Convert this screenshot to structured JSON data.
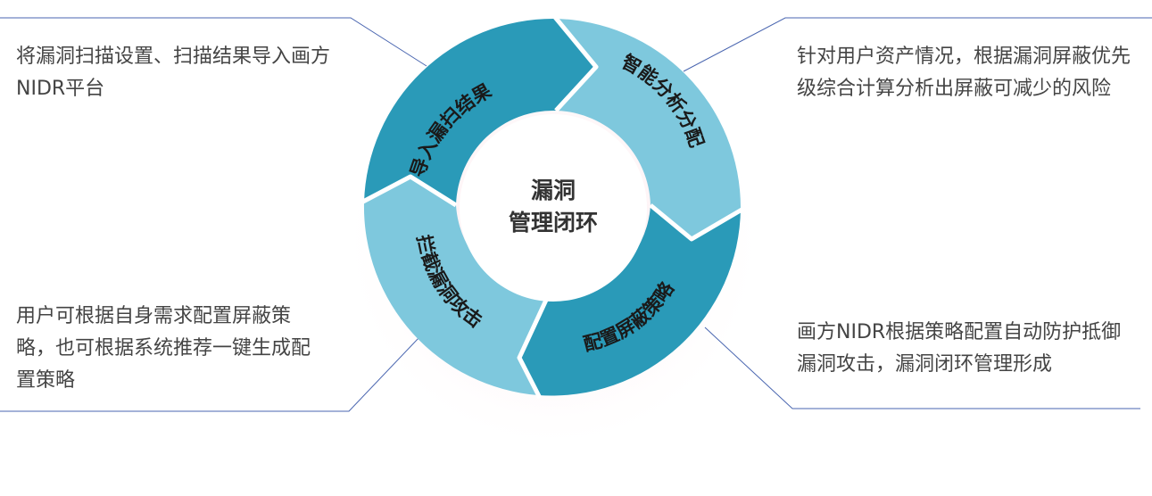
{
  "center": {
    "line1": "漏洞",
    "line2": "管理闭环"
  },
  "segments": [
    {
      "id": "import",
      "label": "导入漏扫结果",
      "color": "#2a9ab8"
    },
    {
      "id": "analyze",
      "label": "智能分析分配",
      "color": "#7ec8dd"
    },
    {
      "id": "config",
      "label": "配置屏蔽策略",
      "color": "#2a9ab8"
    },
    {
      "id": "intercept",
      "label": "拦截漏洞攻击",
      "color": "#7ec8dd"
    }
  ],
  "descriptions": {
    "top_left": "将漏洞扫描设置、扫描结果导入画方NIDR平台",
    "top_right": "针对用户资产情况，根据漏洞屏蔽优先级综合计算分析出屏蔽可减少的风险",
    "bottom_left": "用户可根据自身需求配置屏蔽策略，也可根据系统推荐一键生成配置策略",
    "bottom_right": "画方NIDR根据策略配置自动防护抵御漏洞攻击，漏洞闭环管理形成"
  },
  "colors": {
    "dark_segment": "#2a9ab8",
    "light_segment": "#7ec8dd",
    "connector_line": "#4a66b0",
    "text": "#444444"
  }
}
